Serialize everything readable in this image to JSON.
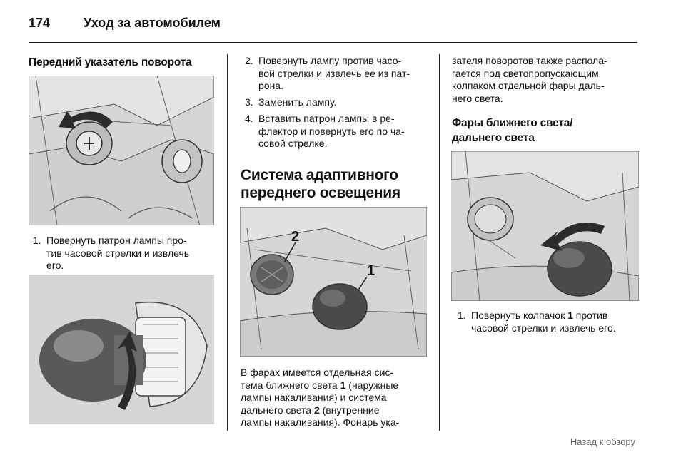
{
  "header": {
    "page_number": "174",
    "title": "Уход за автомобилем"
  },
  "column1": {
    "heading": "Передний указатель поворота",
    "steps": [
      {
        "num": "1.",
        "lines": [
          "Повернуть патрон лампы про-",
          "тив часовой стрелки и извлечь",
          "его."
        ]
      }
    ]
  },
  "column2": {
    "steps": [
      {
        "num": "2.",
        "lines": [
          "Повернуть лампу против часо-",
          "вой стрелки и извлечь ее из пат-",
          "рона."
        ]
      },
      {
        "num": "3.",
        "lines": [
          "Заменить лампу."
        ]
      },
      {
        "num": "4.",
        "lines": [
          "Вставить патрон лампы в ре-",
          "флектор и повернуть его по ча-",
          "совой стрелке."
        ]
      }
    ],
    "section_heading": [
      "Система адаптивного",
      "переднего освещения"
    ],
    "figure_labels": {
      "label_1": "1",
      "label_2": "2"
    },
    "paragraph": {
      "l1": "В фарах имеется отдельная сис-",
      "l2a": "тема ближнего света ",
      "l2b": "1",
      "l2c": " (наружные",
      "l3": "лампы накаливания) и система",
      "l4a": "дальнего света ",
      "l4b": "2",
      "l4c": " (внутренние",
      "l5": "лампы накаливания). Фонарь ука-"
    }
  },
  "column3": {
    "paragraph_lines": [
      "зателя поворотов также распола-",
      "гается под светопропускающим",
      "колпаком отдельной фары даль-",
      "него света."
    ],
    "heading": [
      "Фары ближнего света/",
      "дальнего света"
    ],
    "step": {
      "num": "1.",
      "l1a": "Повернуть колпачок ",
      "l1b": "1",
      "l1c": " против",
      "l2": "часовой стрелки и извлечь его."
    }
  },
  "footer": {
    "back_link": "Назад к обзору"
  },
  "icons": {
    "rotation_arrow": "curved-arrow-icon"
  },
  "colors": {
    "figure_background": "#d9d9d9",
    "arrow_fill": "#2b2b2b",
    "text": "#111111",
    "link": "#666666"
  }
}
